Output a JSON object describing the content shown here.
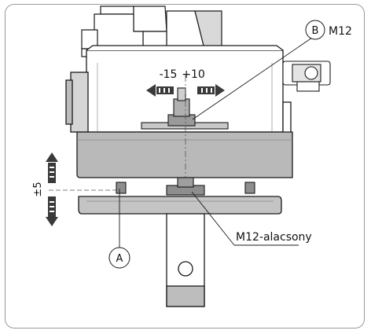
{
  "labels": {
    "callout_b_letter": "B",
    "callout_b_thread": "M12",
    "callout_a_letter": "A",
    "adjust_left": "-15",
    "adjust_right": "+10",
    "vertical_adjust": "±5",
    "washer_label": "M12-alacsony"
  },
  "colors": {
    "outline": "#1a1a1a",
    "body_fill": "#ffffff",
    "base_fill": "#b9b9b9",
    "bracket_fill": "#c4c4c4",
    "bolt_fill": "#8e8e8e",
    "arrow_fill": "#3a3a3a",
    "frame": "#9a9a9a"
  }
}
